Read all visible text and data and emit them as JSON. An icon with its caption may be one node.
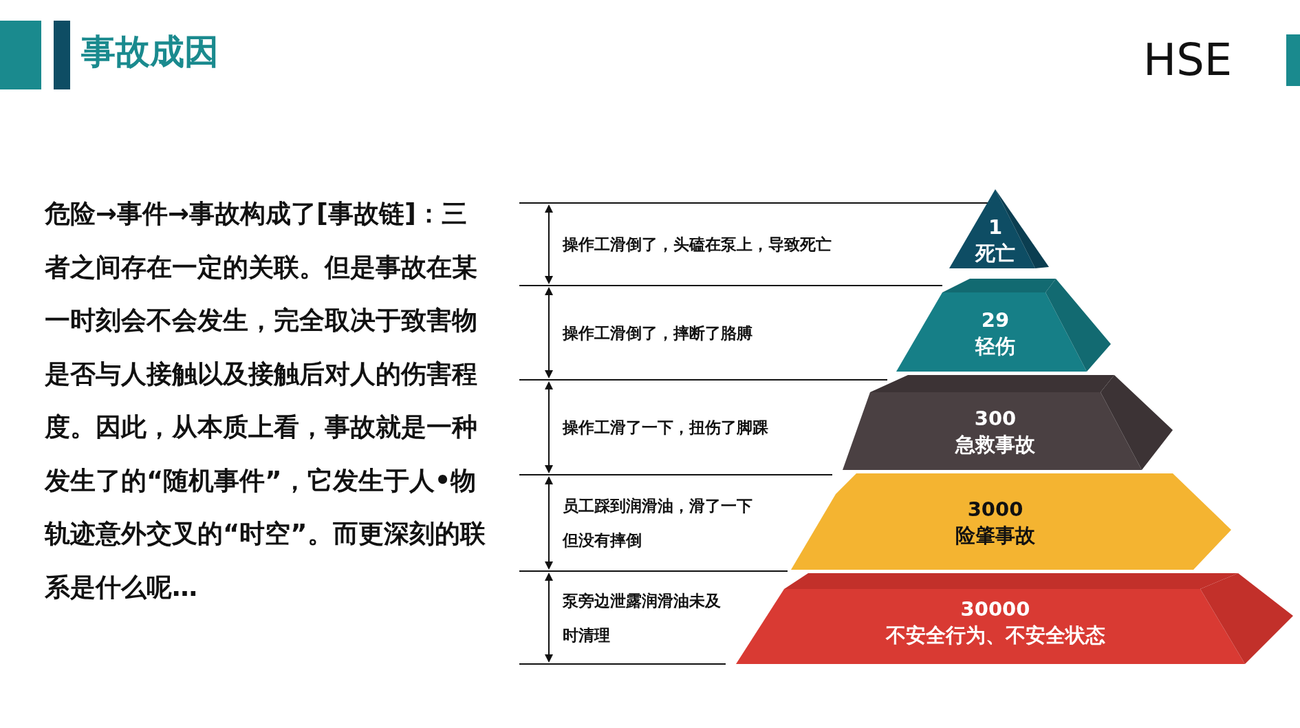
{
  "diagram": {
    "title": "事故成因",
    "nodes": [
      {
        "text": [
          "1",
          "死亡"
        ]
      },
      {
        "text": [
          "29",
          "轻伤"
        ]
      },
      {
        "text": [
          "300",
          "急救事故"
        ]
      },
      {
        "text": [
          "3000",
          "险肇事故"
        ]
      },
      {
        "text": [
          "30000",
          "不安全行为、不安全状态"
        ]
      }
    ],
    "edges": [],
    "labels": [
      "HSE",
      "危险→事件→事故构成了[事故链]：三者之间存在一定的关联。但是事故在某一时刻会不会发生，完全取决于致害物是否与人接触以及接触后对人的伤害程度。因此，从本质上看，事故就是一种发生了的“随机事件”，它发生于人•物轨迹意外交叉的“时空”。而更深刻的联系是什么呢…",
      "操作工滑倒了，头磕在泵上，导致死亡",
      "操作工滑倒了，摔断了胳膊",
      "操作工滑了一下，扭伤了脚踝",
      "员工踩到润滑油，滑了一下但没有摔倒",
      "泵旁边泄露润滑油未及时清理"
    ]
  }
}
